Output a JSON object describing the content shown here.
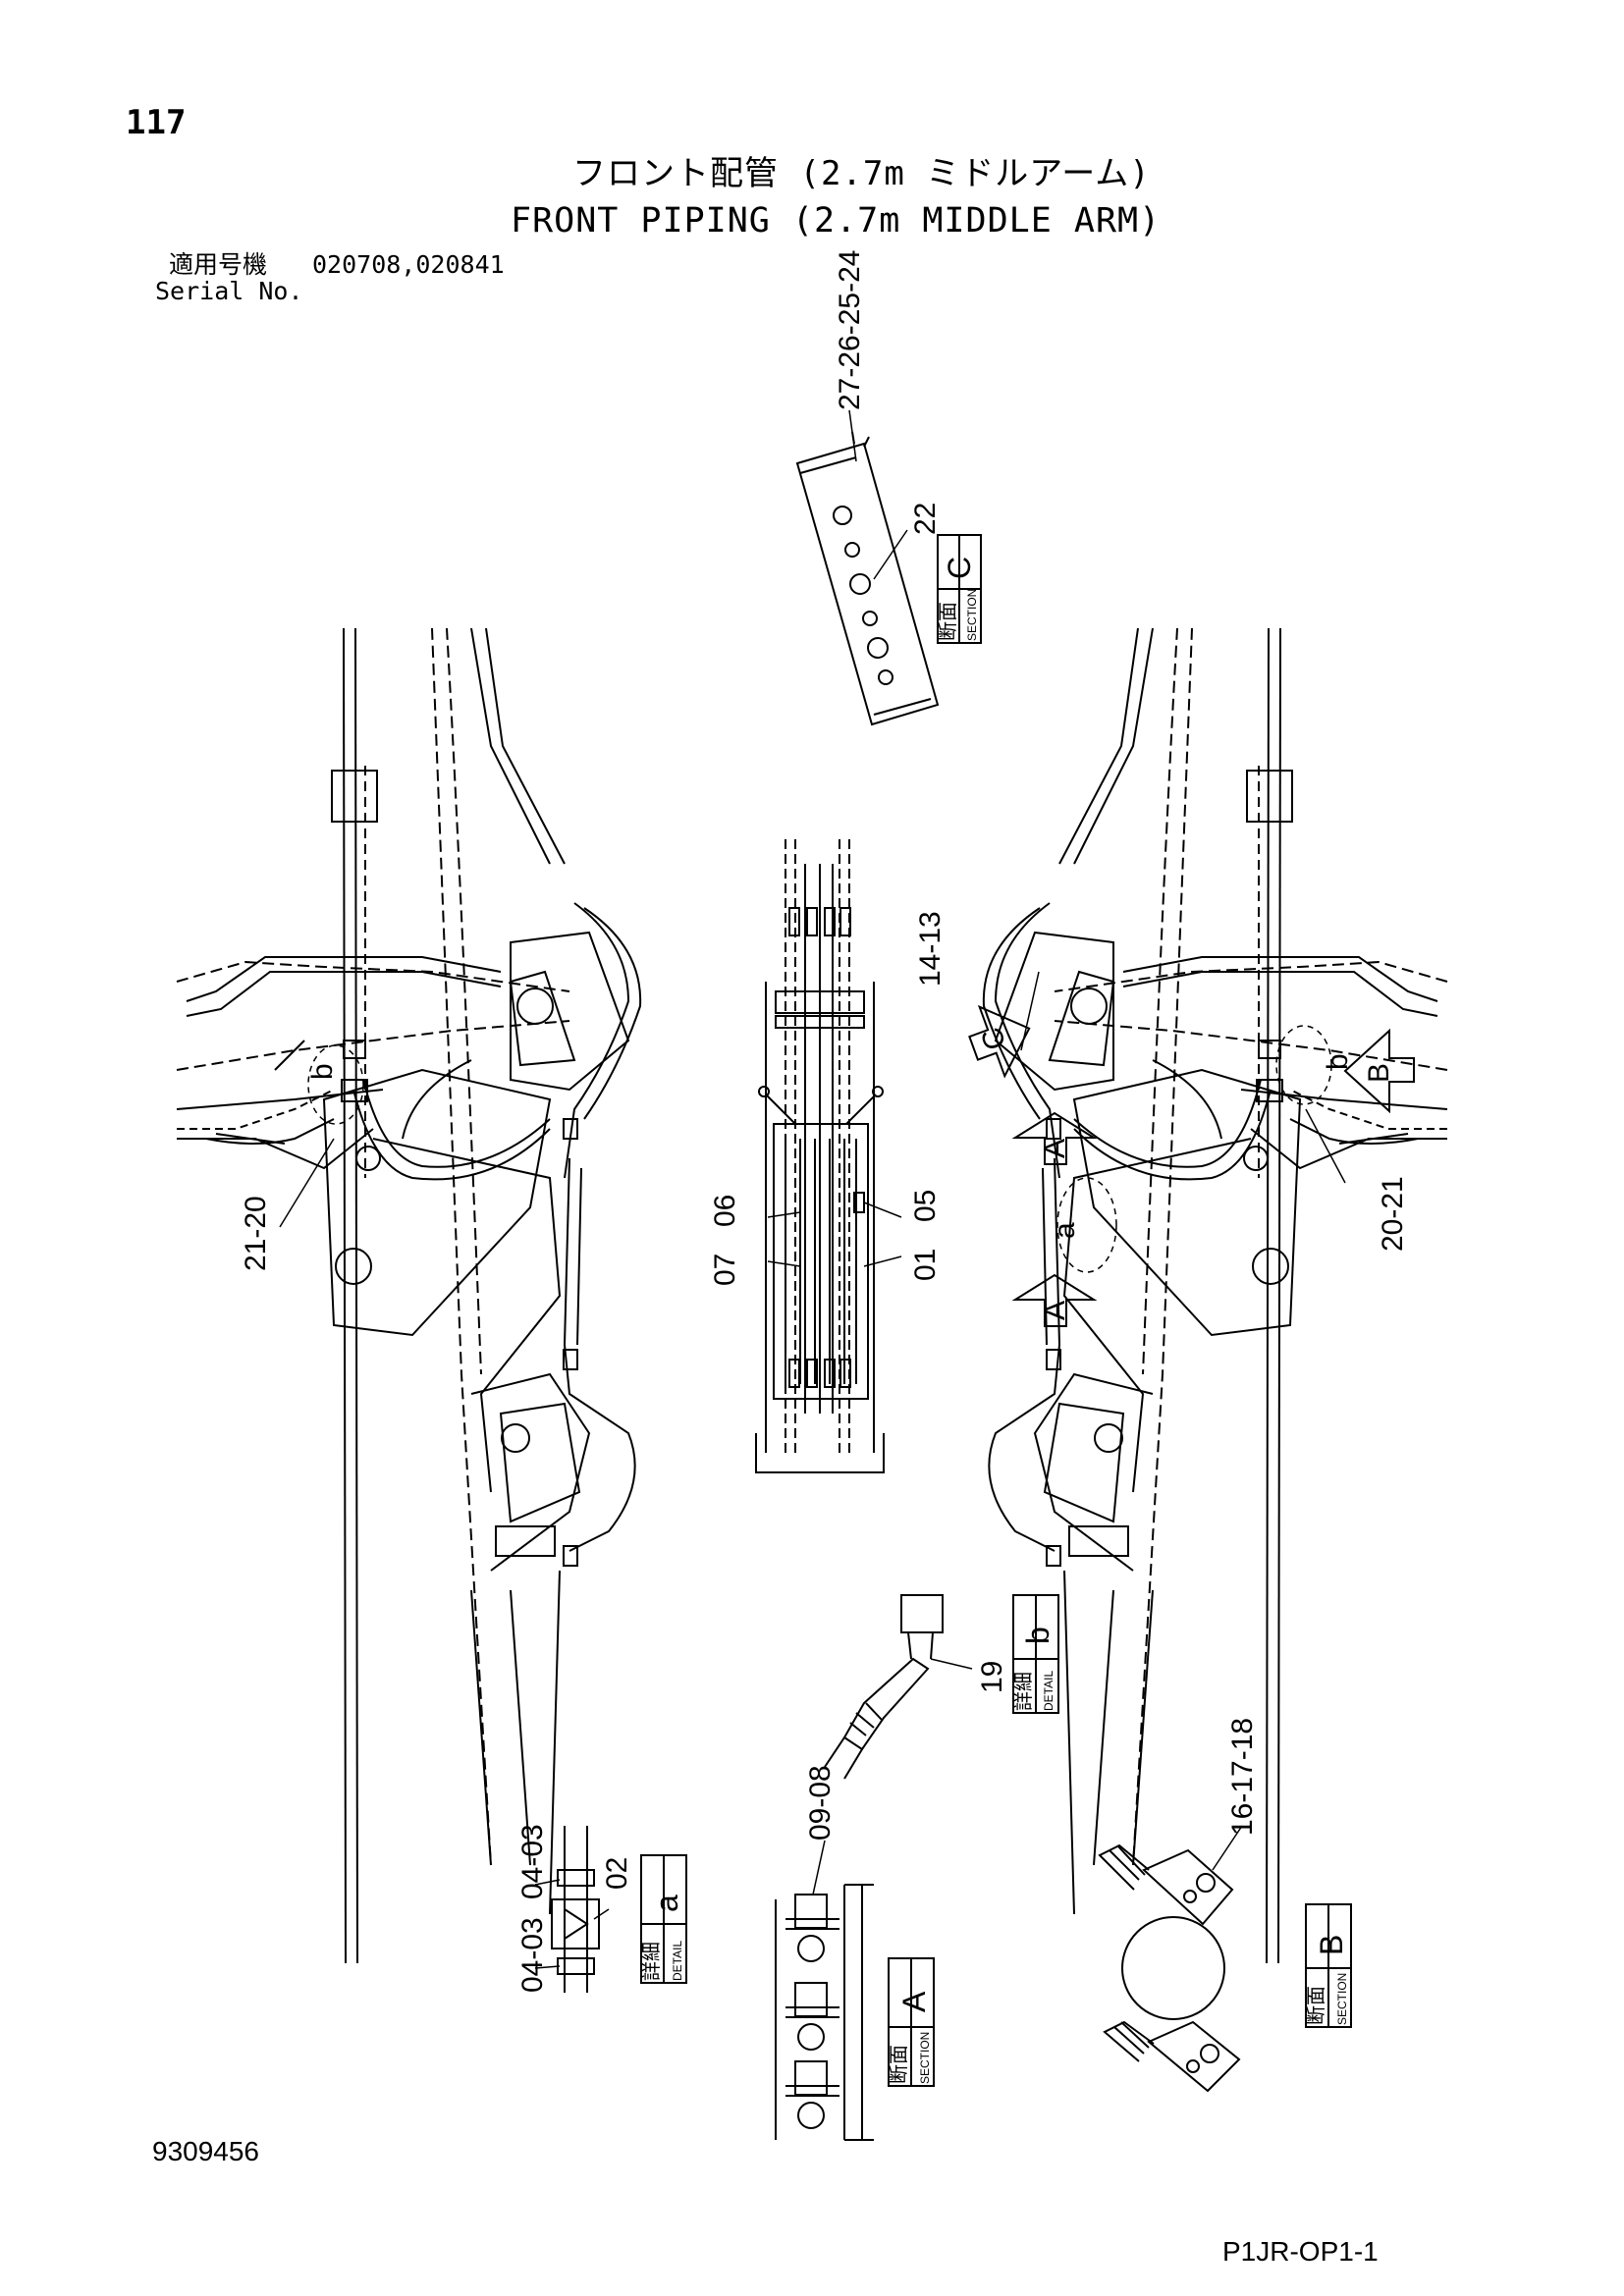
{
  "header": {
    "page_number": "117",
    "title_jp": "フロント配管 (2.7m ミドルアーム)",
    "title_en": "FRONT PIPING (2.7m MIDDLE ARM)",
    "serial_label_jp": "適用号機",
    "serial_label_en": "Serial No.",
    "serial_values": "020708,020841"
  },
  "footer": {
    "doc_number": "9309456",
    "sheet_code": "P1JR-OP1-1"
  },
  "callouts": {
    "c24_27": "27-26-25-24",
    "c22": "22",
    "c14_13": "14-13",
    "c21_20_left": "21-20",
    "c20_21_right": "20-21",
    "c06": "06",
    "c07": "07",
    "c05": "05",
    "c01": "01",
    "c19": "19",
    "c04_03_top": "04-03",
    "c04_03_bottom": "04-03",
    "c02": "02",
    "c09_08": "09-08",
    "c16_18": "16-17-18",
    "b_left": "b",
    "b_right": "b",
    "a_circle": "a"
  },
  "view_arrows": {
    "A_upper": "A",
    "A_lower": "A",
    "B": "B",
    "C": "C"
  },
  "section_labels": {
    "section_c": {
      "kanji": "断面",
      "caption": "SECTION",
      "letter": "C"
    },
    "section_a": {
      "kanji": "断面",
      "caption": "SECTION",
      "letter": "A"
    },
    "section_b": {
      "kanji": "断面",
      "caption": "SECTION",
      "letter": "B"
    },
    "detail_b": {
      "kanji": "詳細",
      "caption": "DETAIL",
      "letter": "b"
    },
    "detail_a": {
      "kanji": "詳細",
      "caption": "DETAIL",
      "letter": "a"
    }
  }
}
